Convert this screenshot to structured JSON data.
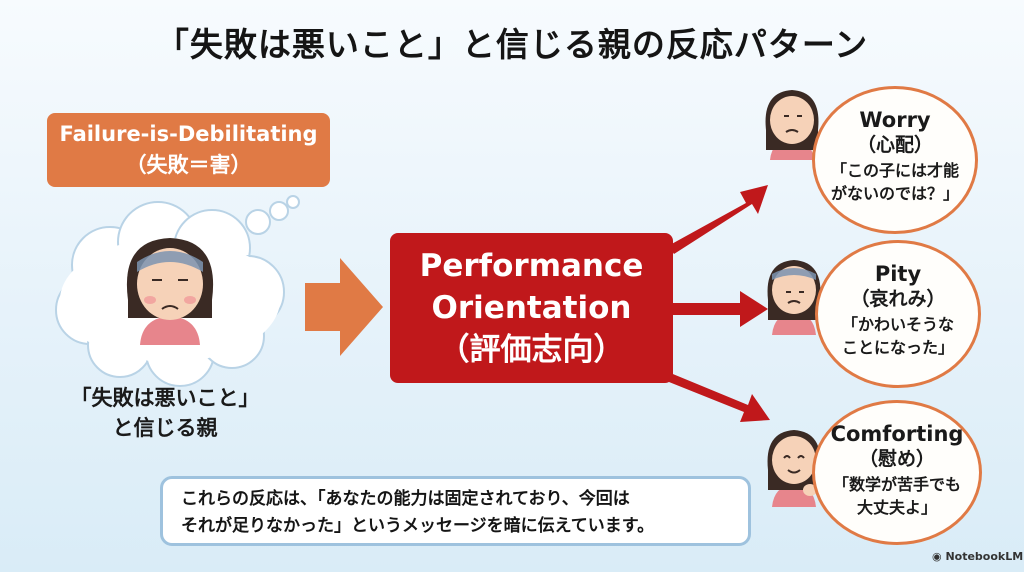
{
  "title": "「失敗は悪いこと」と信じる親の反応パターン",
  "belief_box": {
    "english": "Failure-is-Debilitating",
    "japanese": "（失敗＝害）"
  },
  "parent_caption": {
    "line1": "「失敗は悪いこと」",
    "line2": "と信じる親"
  },
  "center_box": {
    "line1": "Performance",
    "line2": "Orientation",
    "line3": "（評価志向）"
  },
  "responses": [
    {
      "english": "Worry",
      "japanese": "（心配）",
      "quote1": "「この子には才能",
      "quote2": "がないのでは？」",
      "face_icon": "worried-mother-icon"
    },
    {
      "english": "Pity",
      "japanese": "（哀れみ）",
      "quote1": "「かわいそうな",
      "quote2": "ことになった」",
      "face_icon": "pitying-mother-icon"
    },
    {
      "english": "Comforting",
      "japanese": "（慰め）",
      "quote1": "「数学が苦手でも",
      "quote2": "大丈夫よ」",
      "face_icon": "comforting-mother-icon"
    }
  ],
  "note": {
    "line1": "これらの反応は、「あなたの能力は固定されており、今回は",
    "line2": "それが足りなかった」というメッセージを暗に伝えています。"
  },
  "watermark": "NotebookLM",
  "colors": {
    "orange": "#e07a45",
    "red": "#c0181b",
    "note_border": "#9ec2de"
  }
}
